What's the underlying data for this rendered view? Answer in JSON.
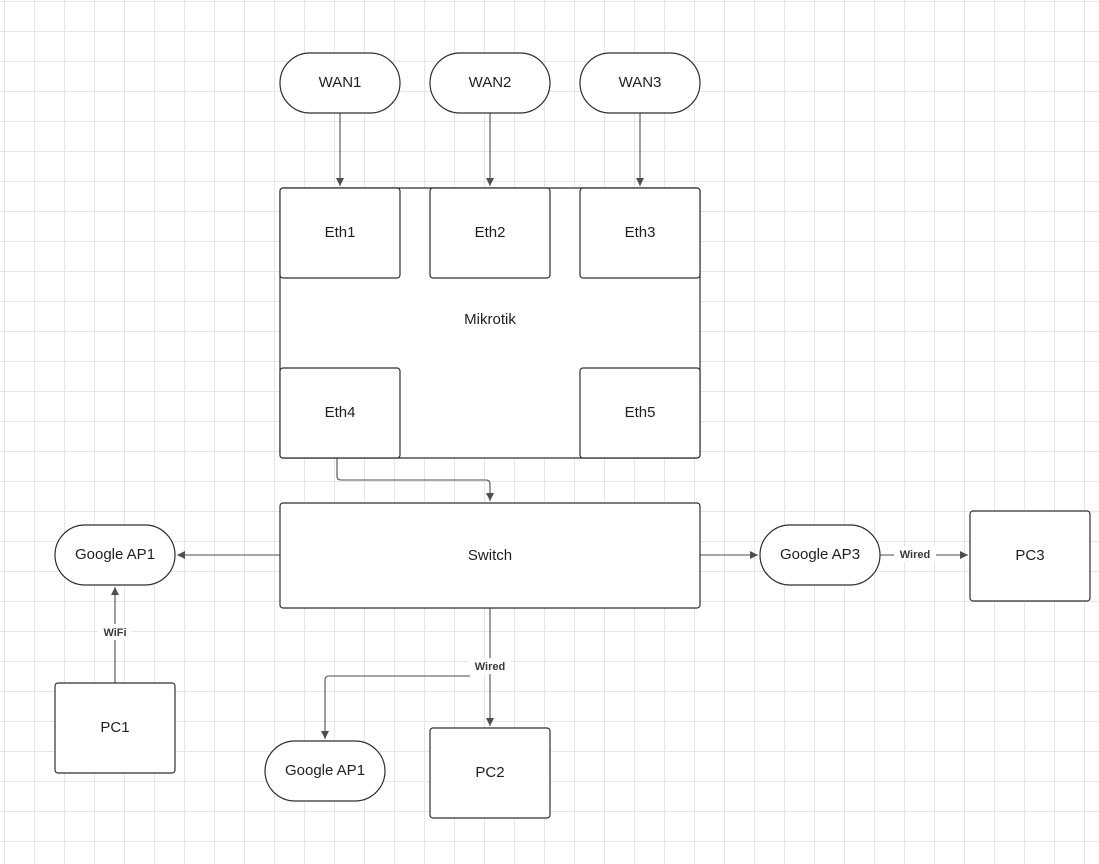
{
  "nodes": {
    "wan1": "WAN1",
    "wan2": "WAN2",
    "wan3": "WAN3",
    "eth1": "Eth1",
    "eth2": "Eth2",
    "eth3": "Eth3",
    "mikrotik": "Mikrotik",
    "eth4": "Eth4",
    "eth5": "Eth5",
    "switch": "Switch",
    "google_ap1_left": "Google AP1",
    "google_ap1_bottom": "Google AP1",
    "google_ap3": "Google AP3",
    "pc1": "PC1",
    "pc2": "PC2",
    "pc3": "PC3"
  },
  "edge_labels": {
    "wifi": "WiFi",
    "wired_bottom": "Wired",
    "wired_right": "Wired"
  },
  "colors": {
    "stroke": "#2e2e2e",
    "connector": "#4a4f55",
    "grid": "#e6e6e6",
    "background": "#ffffff"
  }
}
